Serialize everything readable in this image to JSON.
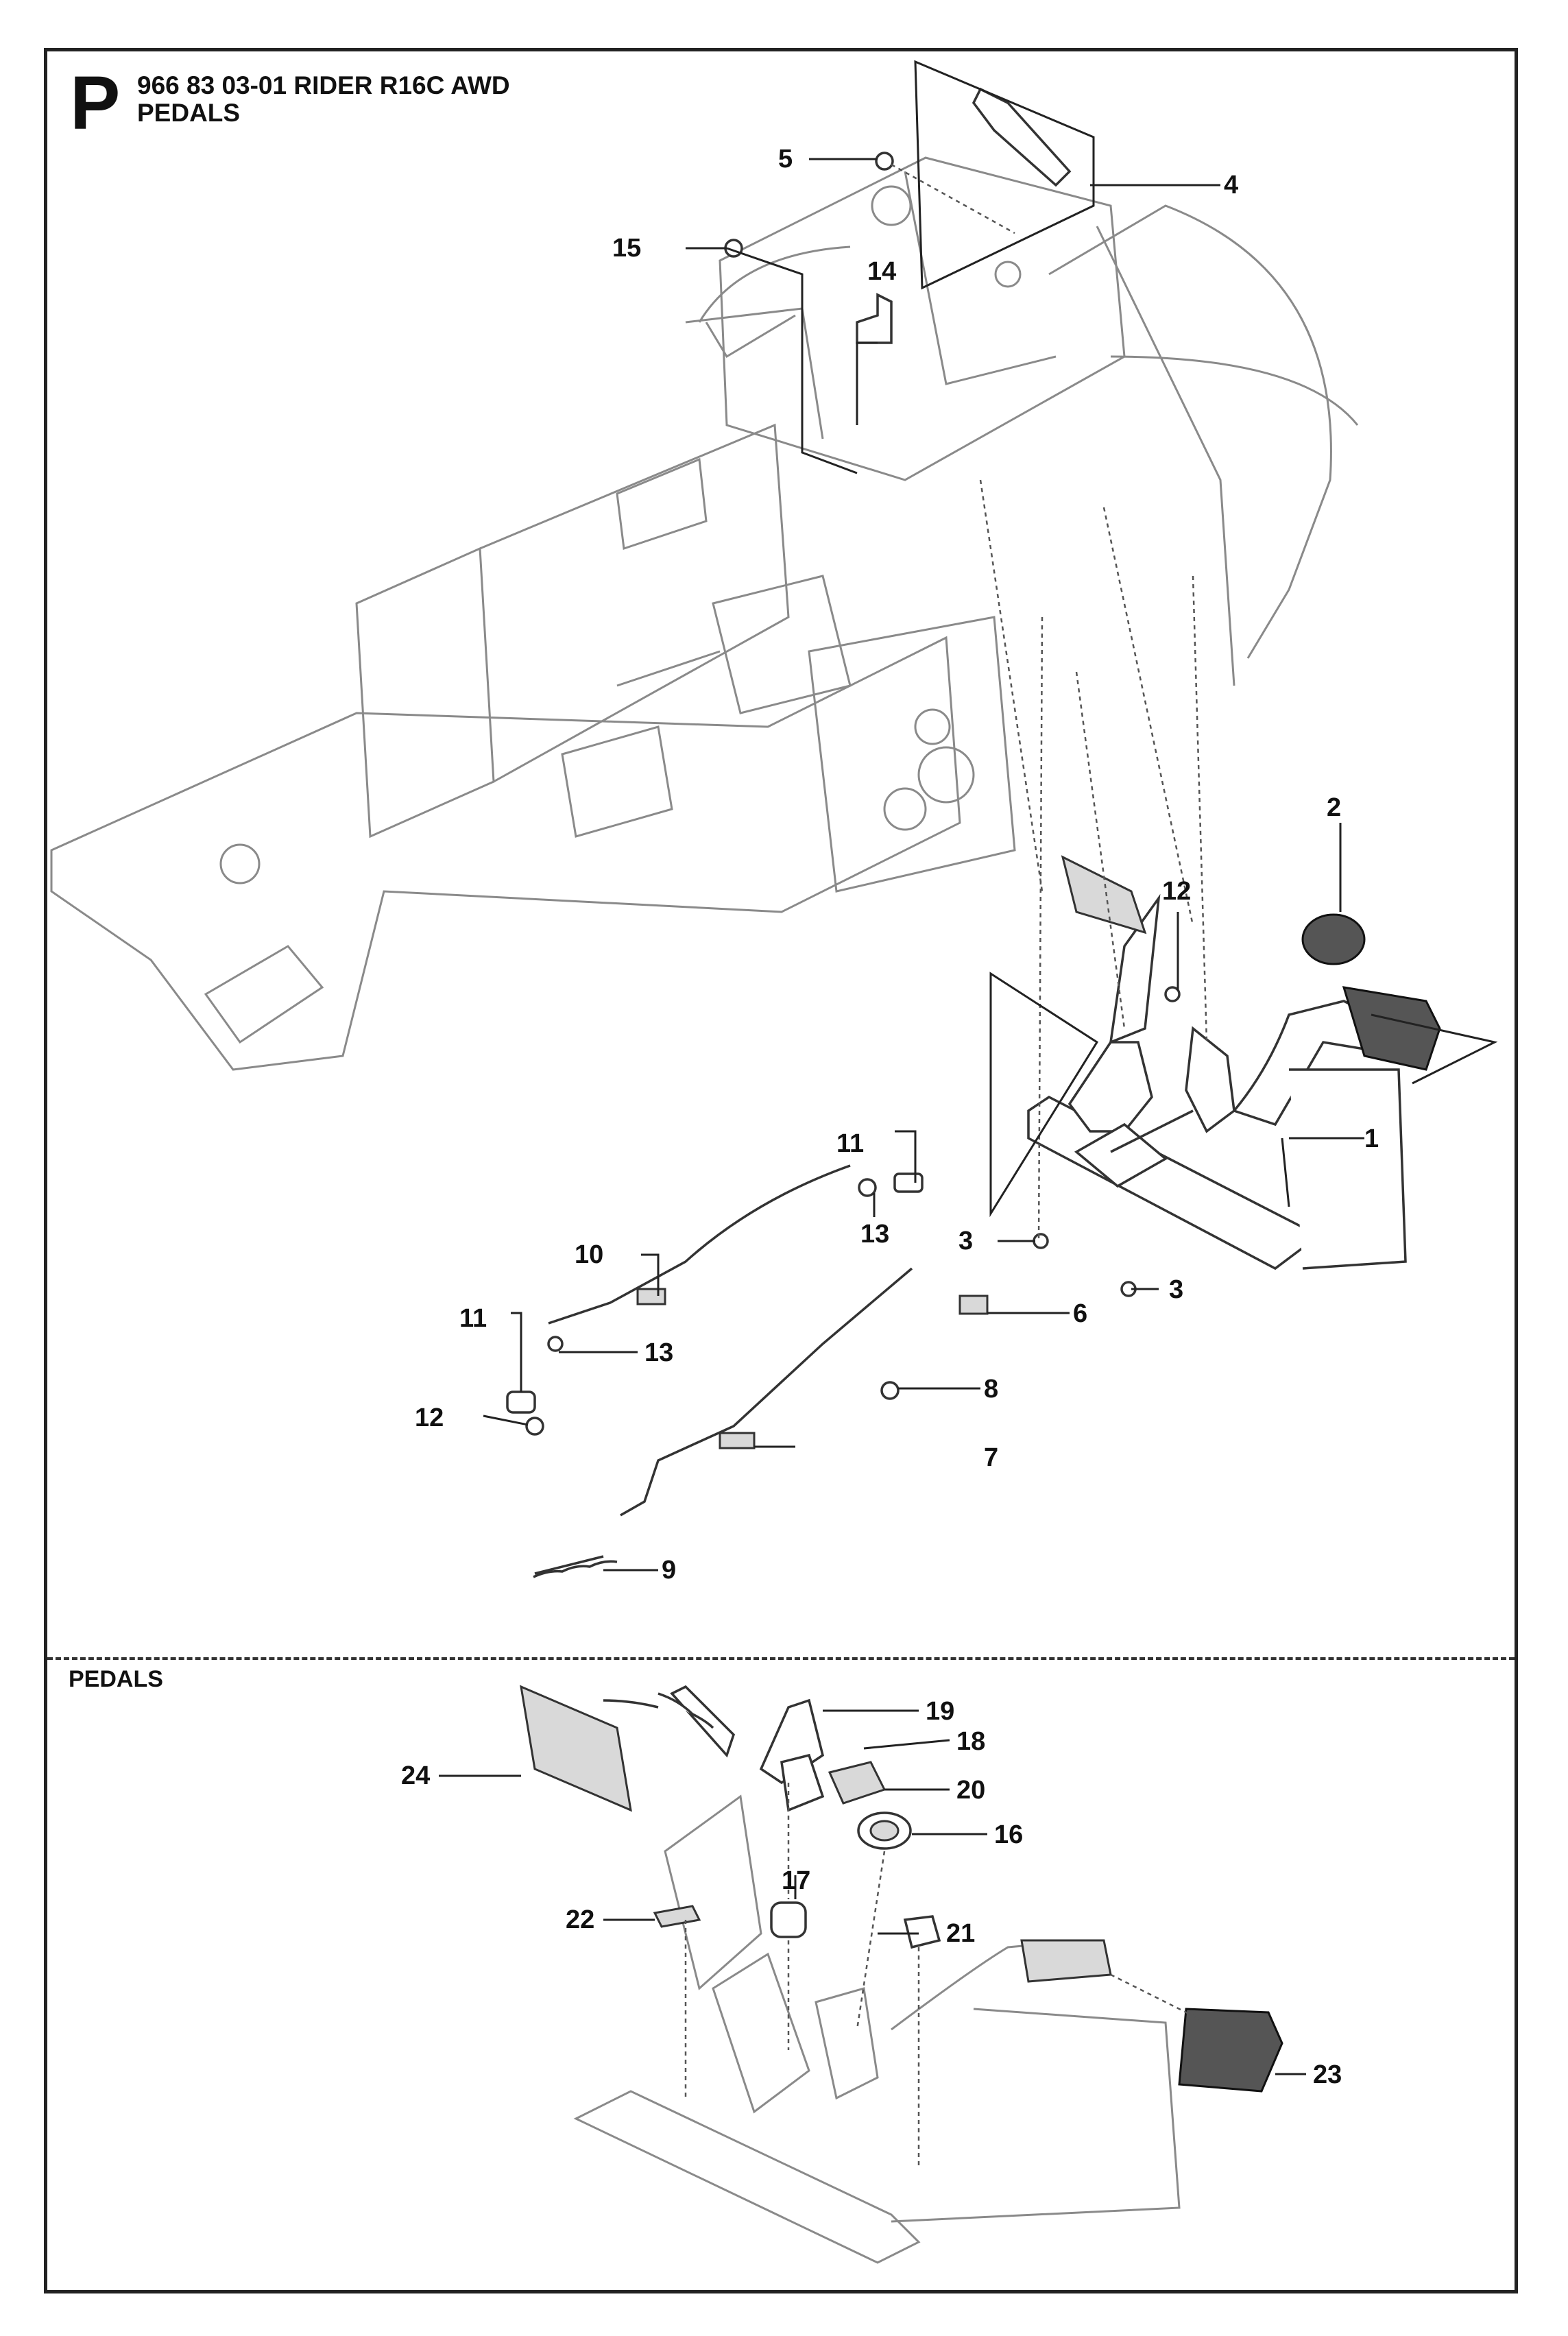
{
  "header": {
    "section_letter": "P",
    "part_number_line": "966 83 03-01 RIDER R16C AWD",
    "title": "PEDALS"
  },
  "lower_section": {
    "title": "PEDALS"
  },
  "upper_callouts": [
    "1",
    "2",
    "3",
    "3",
    "4",
    "5",
    "6",
    "7",
    "8",
    "9",
    "10",
    "11",
    "11",
    "12",
    "12",
    "13",
    "13",
    "14",
    "15"
  ],
  "lower_callouts": [
    "16",
    "17",
    "18",
    "19",
    "20",
    "21",
    "22",
    "23",
    "24"
  ]
}
